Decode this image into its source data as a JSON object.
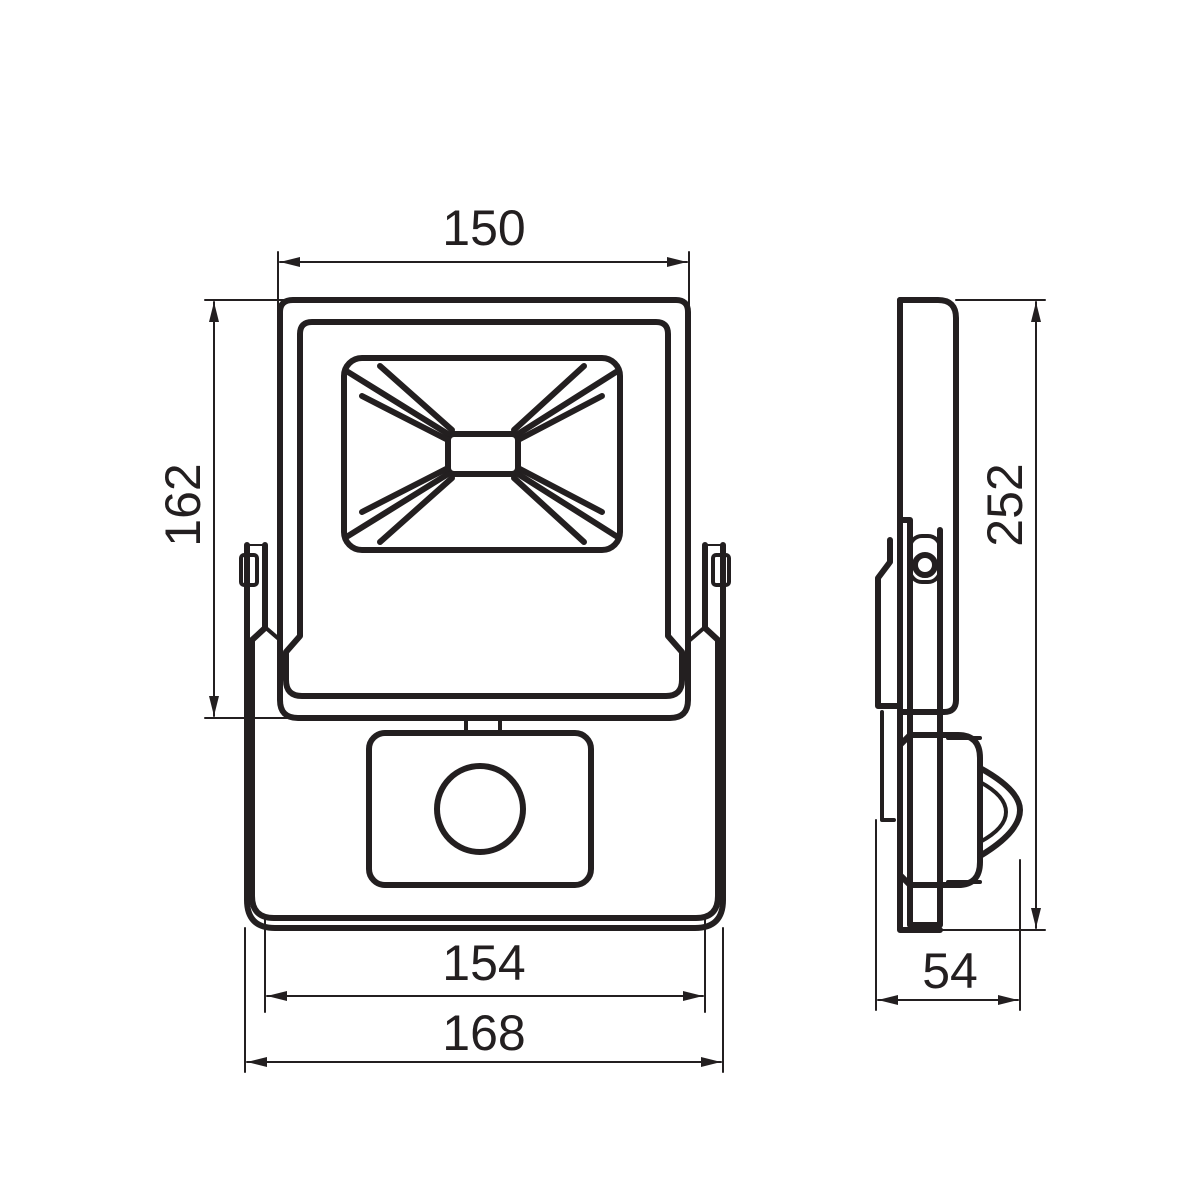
{
  "diagram": {
    "line_color": "#231f20",
    "background": "#ffffff",
    "dimensions": {
      "top_width": "150",
      "front_height": "162",
      "side_height": "252",
      "bracket_inner_width": "154",
      "bracket_outer_width": "168",
      "depth": "54"
    }
  }
}
